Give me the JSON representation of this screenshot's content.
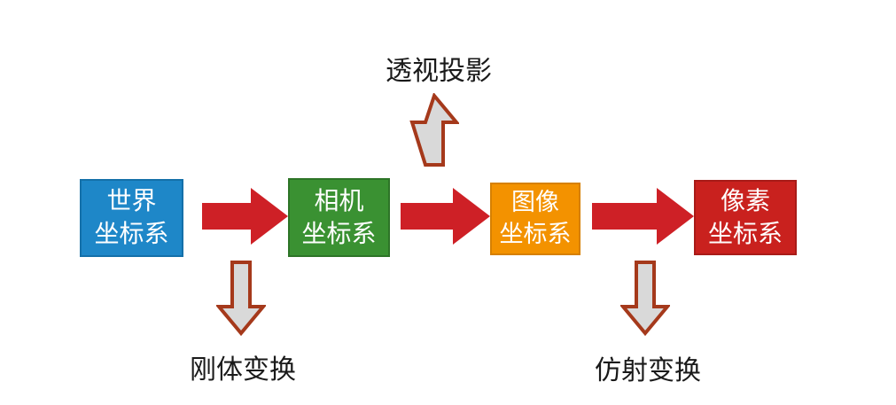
{
  "diagram": {
    "background_color": "#ffffff",
    "text_color": "#1a1a1a",
    "nodes": [
      {
        "name": "world-coordinate-system",
        "line1": "世界",
        "line2": "坐标系",
        "fill": "#1e87c8",
        "border": "#1470a9"
      },
      {
        "name": "camera-coordinate-system",
        "line1": "相机",
        "line2": "坐标系",
        "fill": "#3a9132",
        "border": "#2d7427"
      },
      {
        "name": "image-coordinate-system",
        "line1": "图像",
        "line2": "坐标系",
        "fill": "#f39200",
        "border": "#d68000"
      },
      {
        "name": "pixel-coordinate-system",
        "line1": "像素",
        "line2": "坐标系",
        "fill": "#c9211e",
        "border": "#a81b18"
      }
    ],
    "labels": {
      "top": "透视投影",
      "bottom_left": "刚体变换",
      "bottom_right": "仿射变换"
    },
    "colors": {
      "flow_arrow": "#ce2026",
      "annotation_arrow_fill": "#d9d9d9",
      "annotation_arrow_border": "#a5391b"
    }
  }
}
